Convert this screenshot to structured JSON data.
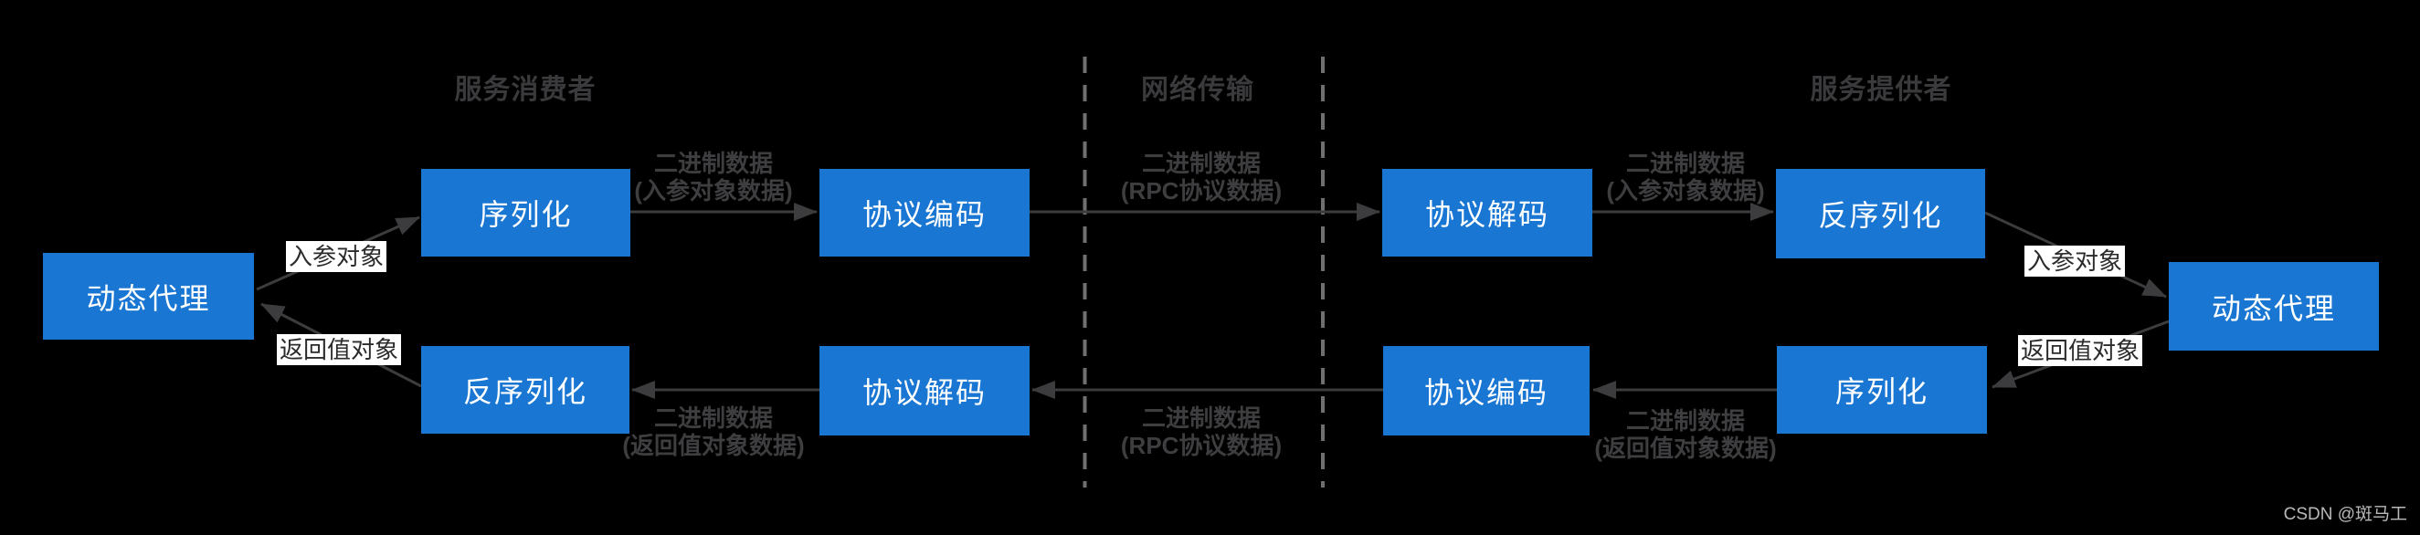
{
  "diagram": {
    "type": "rpc-call-flow",
    "colors": {
      "background": "#000000",
      "node_fill": "#1976d2",
      "node_text": "#ffffff",
      "arrow": "#3c3c3e",
      "dashed_line": "#707070",
      "zone_title_text": "#3a3a3c",
      "flow_label_text": "#3e3e40",
      "object_label_bg": "#ffffff",
      "object_label_text": "#2b2b2b",
      "watermark_text": "#b9b9b9"
    },
    "zones": {
      "consumer": "服务消费者",
      "network": "网络传输",
      "provider": "服务提供者"
    },
    "nodes": {
      "dyn_proxy_left": "动态代理",
      "serialize_top": "序列化",
      "encode_top": "协议编码",
      "decode_top": "协议解码",
      "deserialize_top": "反序列化",
      "dyn_proxy_right": "动态代理",
      "deserialize_bottom": "反序列化",
      "decode_bottom": "协议解码",
      "encode_bottom": "协议编码",
      "serialize_bottom": "序列化"
    },
    "object_labels": {
      "in_param_left": "入参对象",
      "ret_val_left": "返回值对象",
      "in_param_right": "入参对象",
      "ret_val_right": "返回值对象"
    },
    "flow_labels": {
      "top_consumer": {
        "line1": "二进制数据",
        "line2": "(入参对象数据)"
      },
      "top_network": {
        "line1": "二进制数据",
        "line2": "(RPC协议数据)"
      },
      "top_provider": {
        "line1": "二进制数据",
        "line2": "(入参对象数据)"
      },
      "bottom_consumer": {
        "line1": "二进制数据",
        "line2": "(返回值对象数据)"
      },
      "bottom_network": {
        "line1": "二进制数据",
        "line2": "(RPC协议数据)"
      },
      "bottom_provider": {
        "line1": "二进制数据",
        "line2": "(返回值对象数据)"
      }
    },
    "watermark": "CSDN @斑马工"
  }
}
